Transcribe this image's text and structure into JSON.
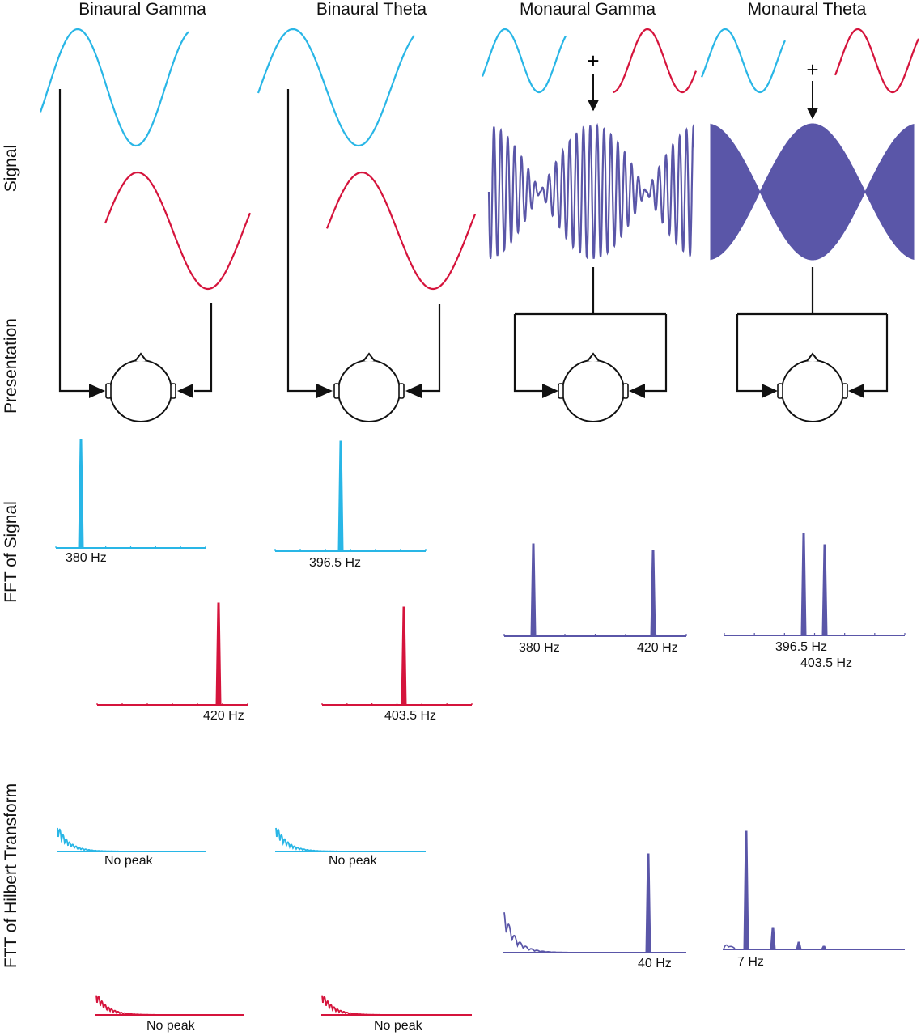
{
  "columns": {
    "binaural_gamma": "Binaural Gamma",
    "binaural_theta": "Binaural Theta",
    "monaural_gamma": "Monaural Gamma",
    "monaural_theta": "Monaural Theta"
  },
  "rows": {
    "signal": "Signal",
    "presentation": "Presentation",
    "fft_signal": "FFT of Signal",
    "fft_hilbert": "FTT of Hilbert Transform"
  },
  "plus_sign": "+",
  "fft_labels": {
    "bg_left": "380 Hz",
    "bg_right": "420 Hz",
    "bt_left": "396.5 Hz",
    "bt_right": "403.5 Hz",
    "mg_low": "380 Hz",
    "mg_high": "420 Hz",
    "mt_low": "396.5 Hz",
    "mt_high": "403.5 Hz"
  },
  "hilbert_labels": {
    "bg_left": "No peak",
    "bg_right": "No peak",
    "bt_left": "No peak",
    "bt_right": "No peak",
    "mg": "40 Hz",
    "mt": "7 Hz"
  },
  "colors": {
    "left_ear": "#29b6e6",
    "right_ear": "#d5143c",
    "combined": "#5a56a8",
    "line": "#111111"
  }
}
